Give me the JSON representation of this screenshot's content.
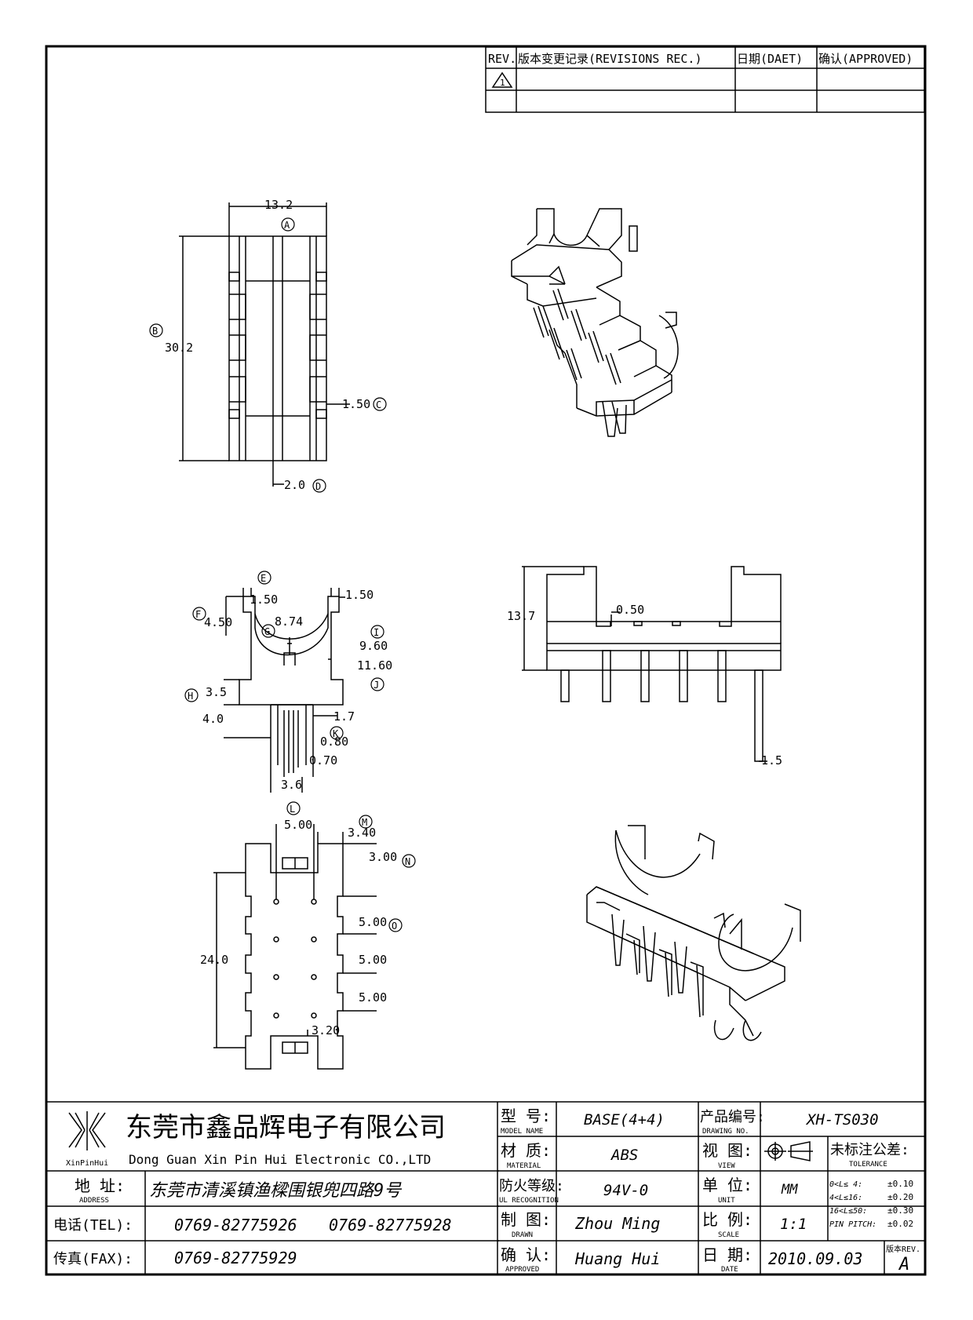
{
  "revision_block": {
    "headers": [
      "REV.",
      "版本变更记录(REVISIONS REC.)",
      "日期(DAET)",
      "确认(APPROVED)"
    ],
    "rev_mark": "1"
  },
  "top_view": {
    "width": "13.2",
    "height": "30.2",
    "pin_pitch": "1.50",
    "pin_width": "2.0",
    "markers": [
      "A",
      "B",
      "C",
      "D"
    ]
  },
  "side_view": {
    "dims": [
      "1.50",
      "1.50",
      "4.50",
      "8.74",
      "9.60",
      "11.60",
      "3.5",
      "4.0",
      "1.7",
      "0.80",
      "0.70",
      "3.6"
    ],
    "markers": [
      "E",
      "F",
      "G",
      "H",
      "I",
      "J",
      "K"
    ]
  },
  "front_view": {
    "dims": [
      "13.7",
      "0.50",
      "1.5"
    ]
  },
  "bottom_view": {
    "dims": [
      "5.00",
      "3.40",
      "3.00",
      "5.00",
      "5.00",
      "5.00",
      "24.0",
      "3.20"
    ],
    "markers": [
      "L",
      "M",
      "N",
      "O"
    ]
  },
  "title_block": {
    "company_cn": "东莞市鑫品辉电子有限公司",
    "company_en": "Dong Guan Xin Pin Hui Electronic CO.,LTD",
    "logo_text": "XinPinHui",
    "address_label": "地 址:",
    "address_label_en": "ADDRESS",
    "address": "东莞市清溪镇渔樑围银兜四路9号",
    "tel_label": "电话(TEL):",
    "tel1": "0769-82775926",
    "tel2": "0769-82775928",
    "fax_label": "传真(FAX):",
    "fax": "0769-82775929",
    "model_label": "型 号:",
    "model_label_en": "MODEL NAME",
    "model": "BASE(4+4)",
    "material_label": "材 质:",
    "material_label_en": "MATERIAL",
    "material": "ABS",
    "flame_label": "防火等级:",
    "flame_label_en": "UL RECOGNITION",
    "flame": "94V-0",
    "drawn_label": "制 图:",
    "drawn_label_en": "DRAWN",
    "drawn": "Zhou Ming",
    "approved_label": "确 认:",
    "approved_label_en": "APPROVED",
    "approved": "Huang Hui",
    "drawing_no_label": "产品编号:",
    "drawing_no_label_en": "DRAWING NO.",
    "drawing_no": "XH-TS030",
    "view_label": "视 图:",
    "view_label_en": "VIEW",
    "unit_label": "单 位:",
    "unit_label_en": "UNIT",
    "unit": "MM",
    "scale_label": "比 例:",
    "scale_label_en": "SCALE",
    "scale": "1:1",
    "date_label": "日 期:",
    "date_label_en": "DATE",
    "date": "2010.09.03",
    "tolerance_label": "未标注公差:",
    "tolerance_label_en": "TOLERANCE",
    "tolerances": [
      {
        "range": "0<L≤ 4:",
        "value": "±0.10"
      },
      {
        "range": "4<L≤16:",
        "value": "±0.20"
      },
      {
        "range": "16<L≤50:",
        "value": "±0.30"
      },
      {
        "range": "PIN PITCH:",
        "value": "±0.02"
      }
    ],
    "rev_label": "版本REV.",
    "rev": "A"
  }
}
